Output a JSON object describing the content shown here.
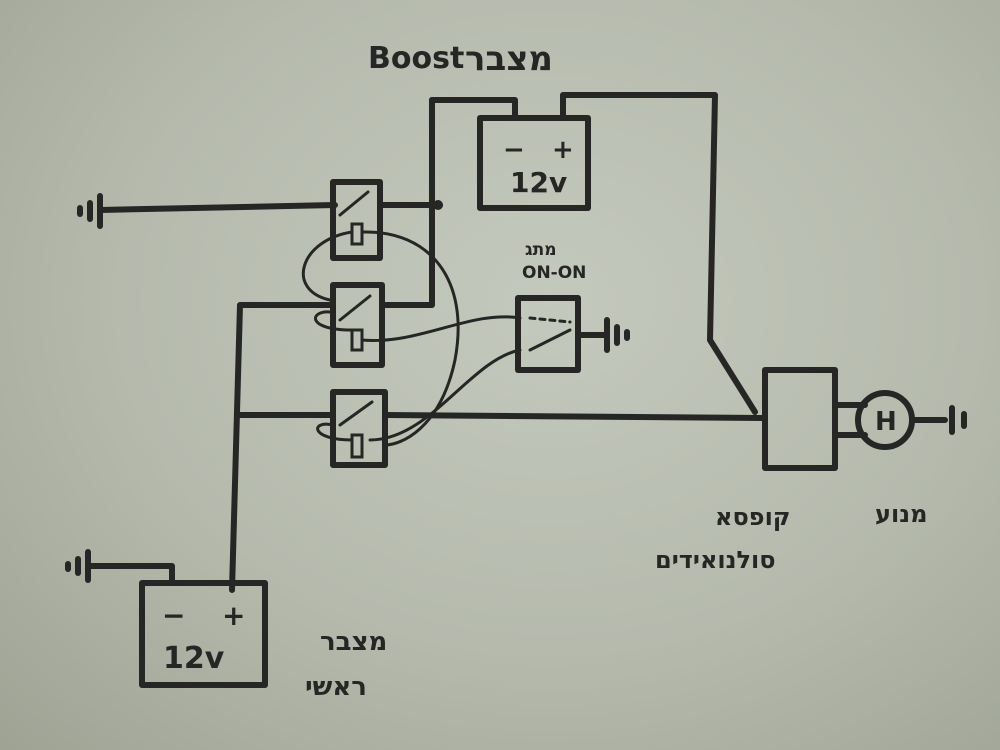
{
  "title": {
    "en": "Boost",
    "he": "מצבר"
  },
  "boost_battery": {
    "label": "12v",
    "minus": "−",
    "plus": "+"
  },
  "main_battery": {
    "label": "12v",
    "minus": "−",
    "plus": "+",
    "caption_line1": "מצבר",
    "caption_line2": "ראשי"
  },
  "switch": {
    "caption_line1": "מתג",
    "caption_line2": "ON-ON"
  },
  "solenoid_box": {
    "caption_line1": "קופסא",
    "caption_line2": "סולנואידים"
  },
  "motor": {
    "symbol": "H",
    "caption": "מנוע"
  },
  "colors": {
    "ink": "#262624",
    "paper": "#b8bdb0"
  }
}
